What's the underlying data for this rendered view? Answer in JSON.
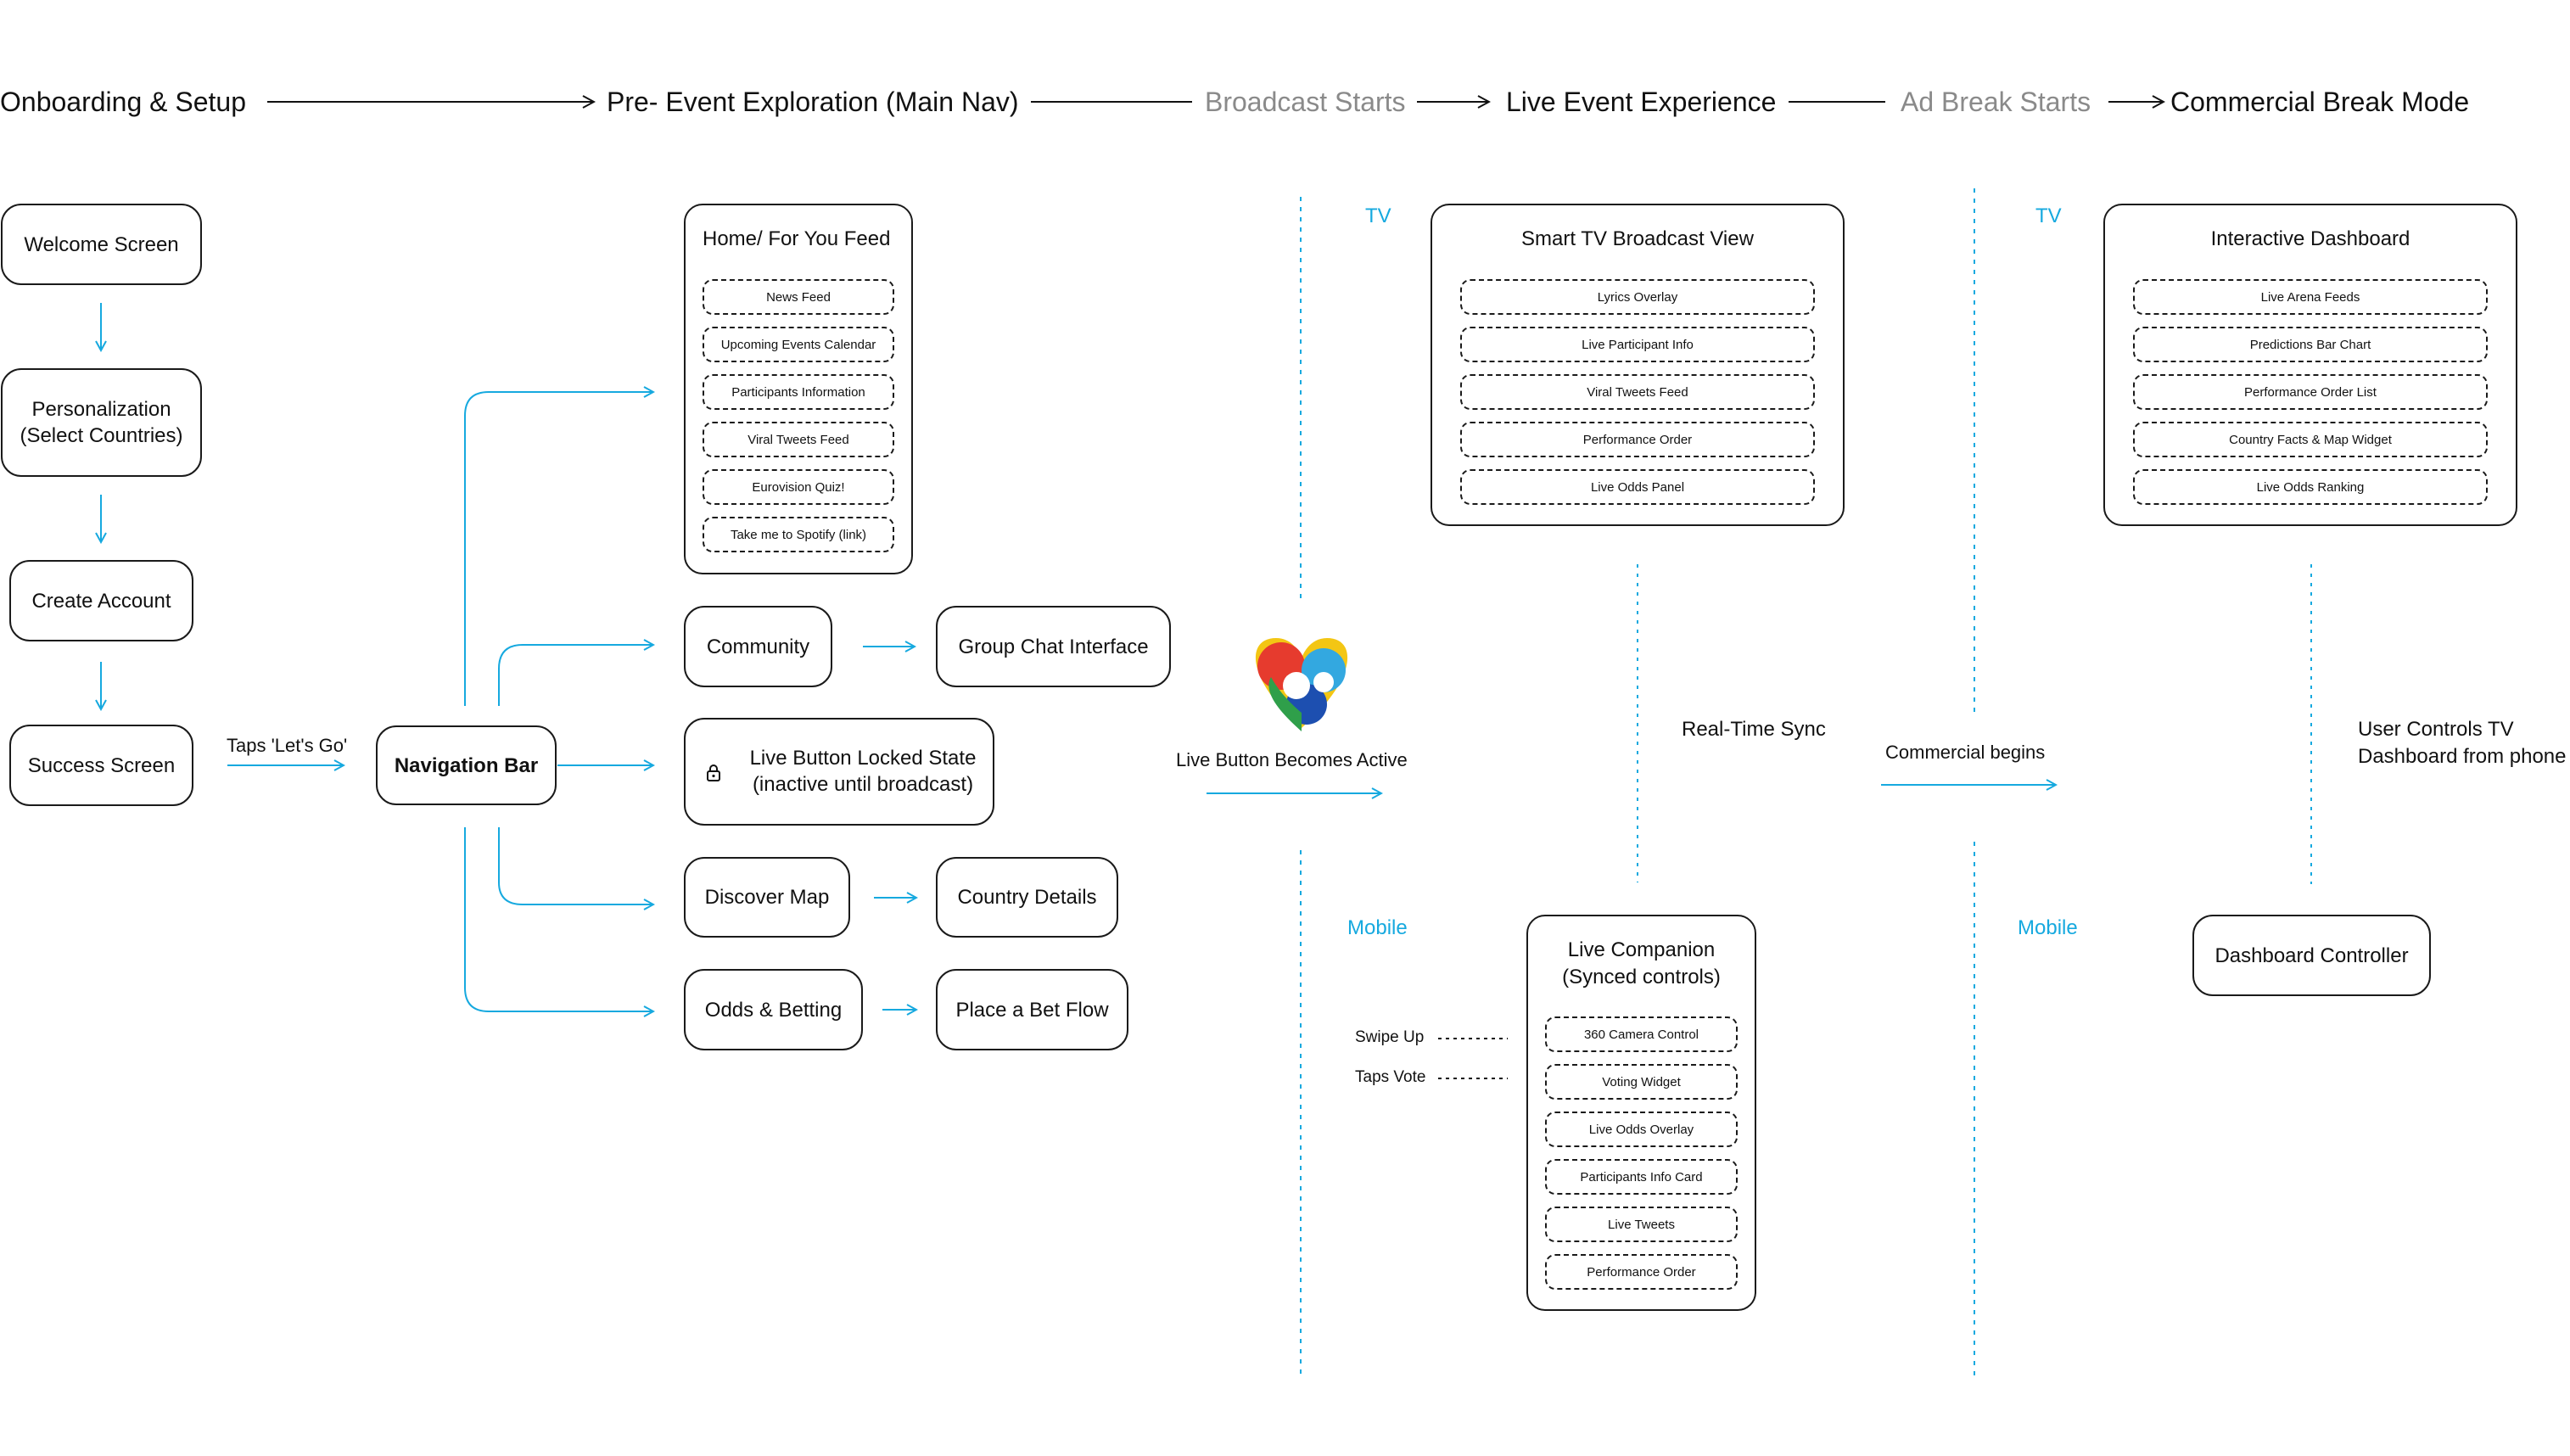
{
  "phases": {
    "onboarding": "Onboarding & Setup",
    "pre_event": "Pre- Event Exploration (Main Nav)",
    "broadcast_starts": "Broadcast Starts",
    "live_event": "Live Event Experience",
    "ad_break_starts": "Ad Break Starts",
    "commercial_break": "Commercial Break Mode"
  },
  "onboarding": {
    "welcome": "Welcome Screen",
    "personalization_line1": "Personalization",
    "personalization_line2": "(Select Countries)",
    "create_account": "Create Account",
    "success": "Success Screen",
    "taps_lets_go": "Taps 'Let's Go'"
  },
  "navigation_bar": "Navigation Bar",
  "home_feed": {
    "title": "Home/ For You Feed",
    "items": [
      "News Feed",
      "Upcoming Events Calendar",
      "Participants Information",
      "Viral Tweets Feed",
      "Eurovision Quiz!",
      "Take me to Spotify (link)"
    ]
  },
  "community": "Community",
  "group_chat": "Group Chat Interface",
  "live_button": {
    "line1": "Live Button Locked State",
    "line2": "(inactive until broadcast)"
  },
  "discover_map": "Discover Map",
  "country_details": "Country Details",
  "odds_betting": "Odds & Betting",
  "place_bet": "Place a Bet Flow",
  "live_button_active": "Live Button Becomes Active",
  "tv_label": "TV",
  "mobile_label": "Mobile",
  "smart_tv": {
    "title": "Smart TV Broadcast View",
    "items": [
      "Lyrics Overlay",
      "Live Participant Info",
      "Viral Tweets Feed",
      "Performance Order",
      "Live Odds Panel"
    ]
  },
  "real_time_sync": "Real-Time Sync",
  "live_companion": {
    "title_line1": "Live Companion",
    "title_line2": "(Synced controls)",
    "items": [
      "360 Camera Control",
      "Voting Widget",
      "Live Odds Overlay",
      "Participants Info Card",
      "Live Tweets",
      "Performance Order"
    ]
  },
  "swipe_up": "Swipe Up",
  "taps_vote": "Taps Vote",
  "commercial_begins": "Commercial begins",
  "interactive_dashboard": {
    "title": "Interactive Dashboard",
    "items": [
      "Live Arena Feeds",
      "Predictions Bar Chart",
      "Performance Order List",
      "Country Facts & Map Widget",
      "Live Odds Ranking"
    ]
  },
  "user_controls_line1": "User Controls TV",
  "user_controls_line2": "Dashboard from phone",
  "dashboard_controller": "Dashboard Controller",
  "colors": {
    "accent": "#16a9df",
    "ink": "#1a1a1a",
    "muted": "#8a8a8a"
  },
  "icons": [
    "lock-icon",
    "heart-logo-icon"
  ]
}
